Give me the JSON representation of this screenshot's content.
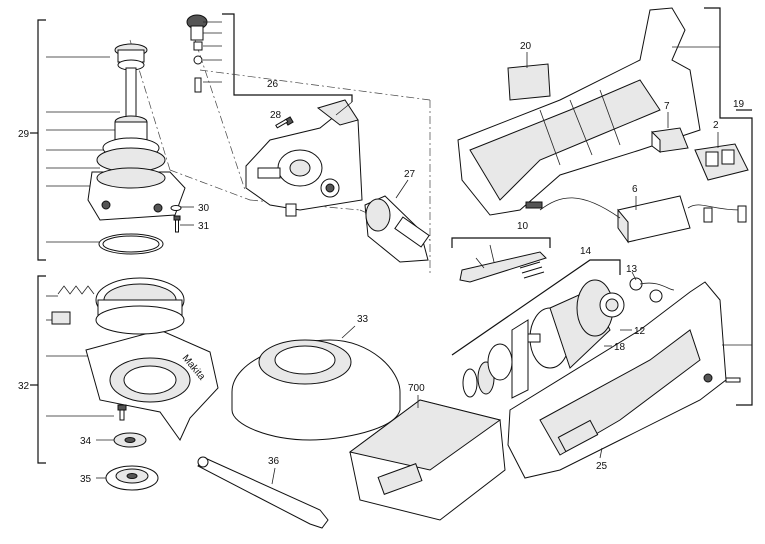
{
  "callouts": {
    "c2": "2",
    "c6": "6",
    "c7": "7",
    "c10": "10",
    "c12": "12",
    "c13": "13",
    "c14": "14",
    "c18": "18",
    "c19": "19",
    "c20": "20",
    "c25": "25",
    "c26": "26",
    "c27": "27",
    "c28": "28",
    "c29": "29",
    "c30": "30",
    "c31": "31",
    "c32": "32",
    "c33": "33",
    "c34": "34",
    "c35": "35",
    "c36": "36",
    "c700": "700"
  },
  "guard_text": "Makita"
}
